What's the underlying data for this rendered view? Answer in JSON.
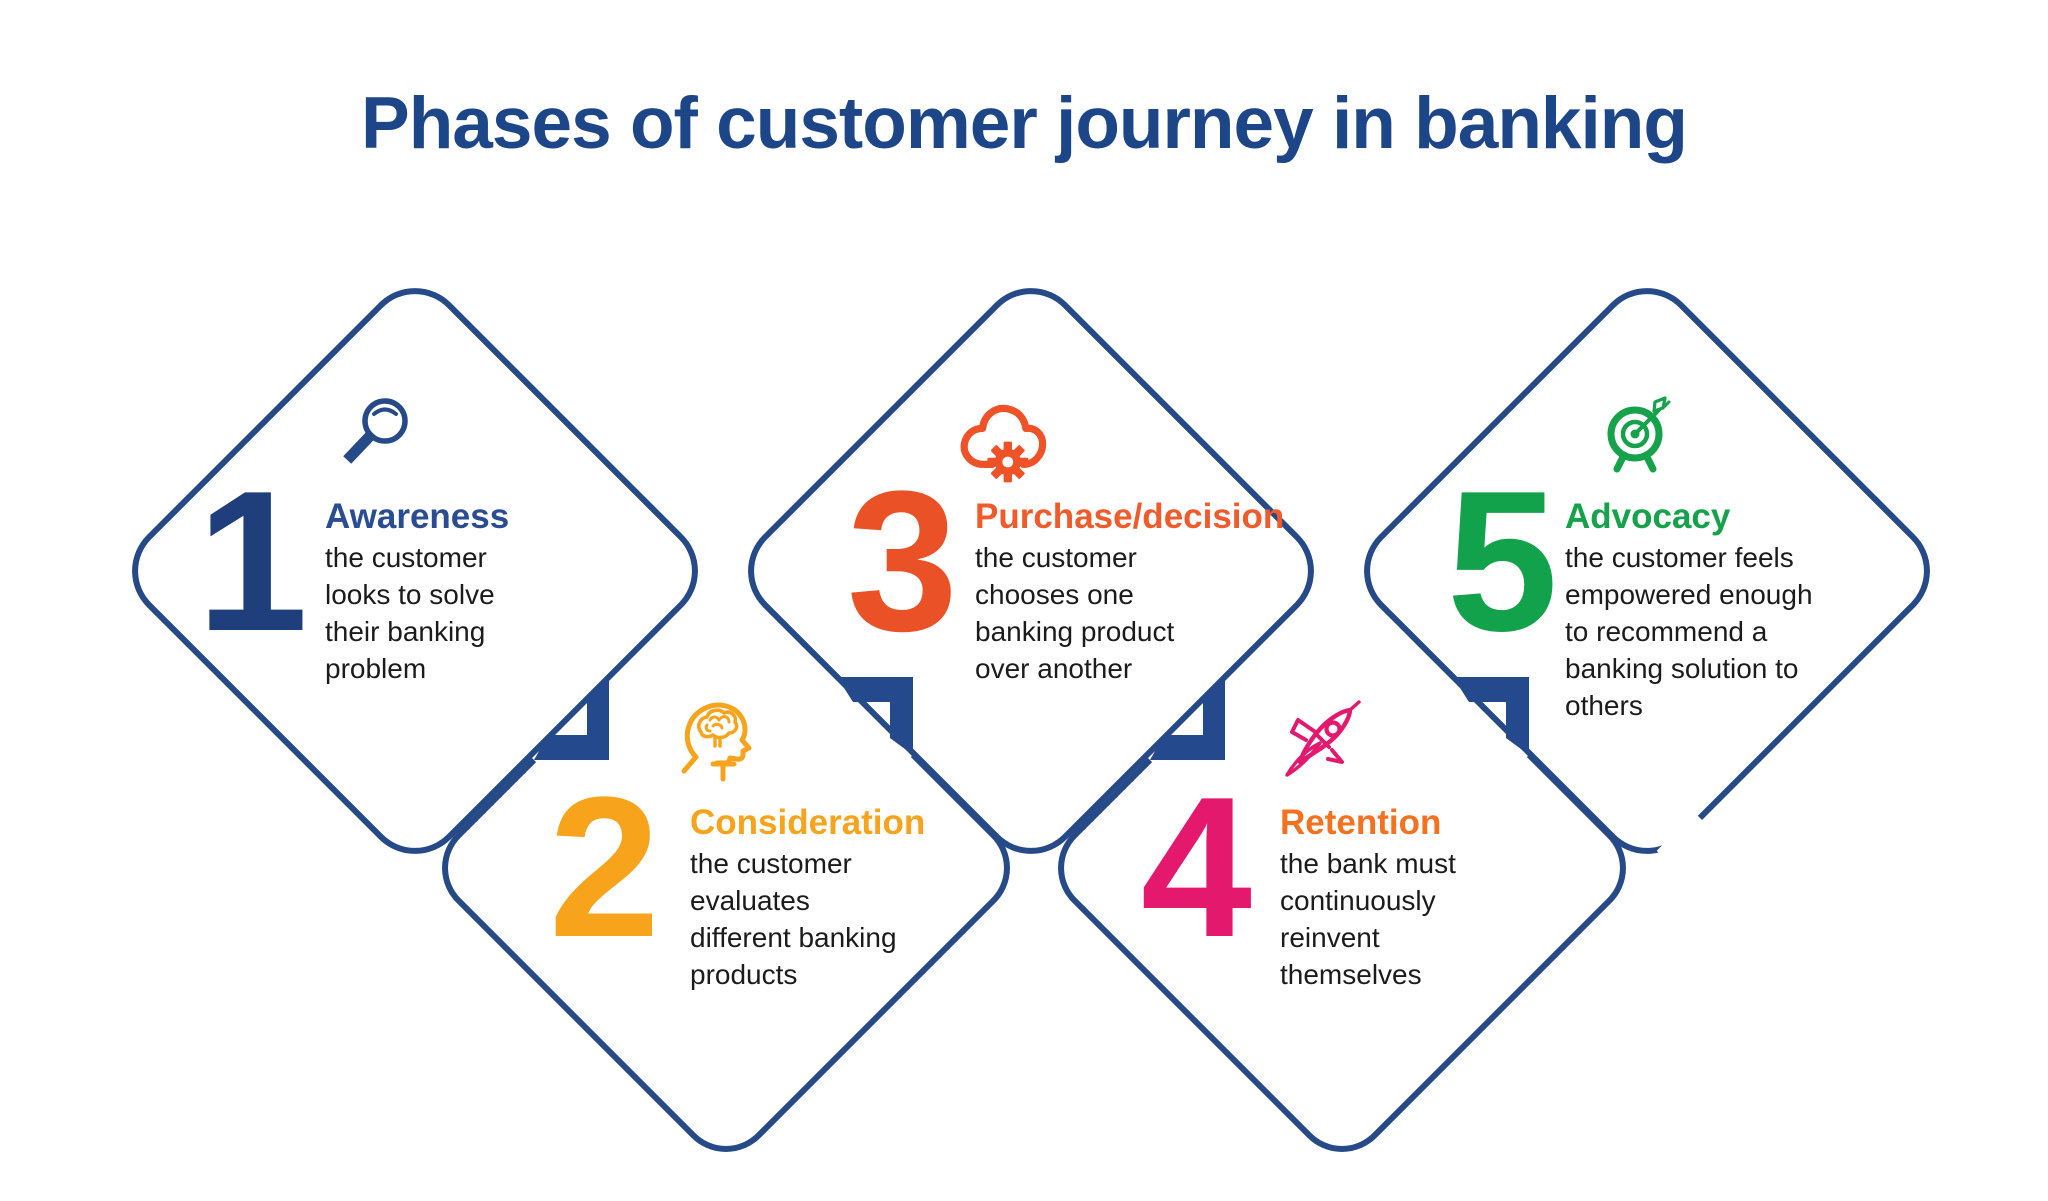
{
  "title": "Phases of customer journey in banking",
  "colors": {
    "background": "#ffffff",
    "headline": "#1d4689",
    "line": "#264a87",
    "connector": "#24498c",
    "description_text": "#1b1b1b"
  },
  "phases": [
    {
      "number": "1",
      "title": "Awareness",
      "description": "the customer looks to solve their banking problem",
      "icon": "magnifier-icon",
      "color": "#264a87",
      "number_color": "#1f3e7c",
      "title_color": "#2a4c90"
    },
    {
      "number": "2",
      "title": "Consideration",
      "description": "the customer evaluates different banking products",
      "icon": "head-brain-icon",
      "color": "#f7a31c",
      "number_color": "#f7a31c",
      "title_color": "#f7a31c"
    },
    {
      "number": "3",
      "title": "Purchase/decision",
      "description": "the customer chooses one banking product over another",
      "icon": "cloud-gear-icon",
      "color": "#ee5226",
      "number_color": "#ea5127",
      "title_color": "#f05b2c"
    },
    {
      "number": "4",
      "title": "Retention",
      "description": "the bank must continuously reinvent themselves",
      "icon": "rocket-icon",
      "color": "#e4196e",
      "number_color": "#e4196e",
      "title_color": "#f4711f"
    },
    {
      "number": "5",
      "title": "Advocacy",
      "description": "the customer feels empowered enough to recommend a banking solution to others",
      "icon": "target-dart-icon",
      "color": "#16a24b",
      "number_color": "#13a24c",
      "title_color": "#16a24b"
    }
  ]
}
